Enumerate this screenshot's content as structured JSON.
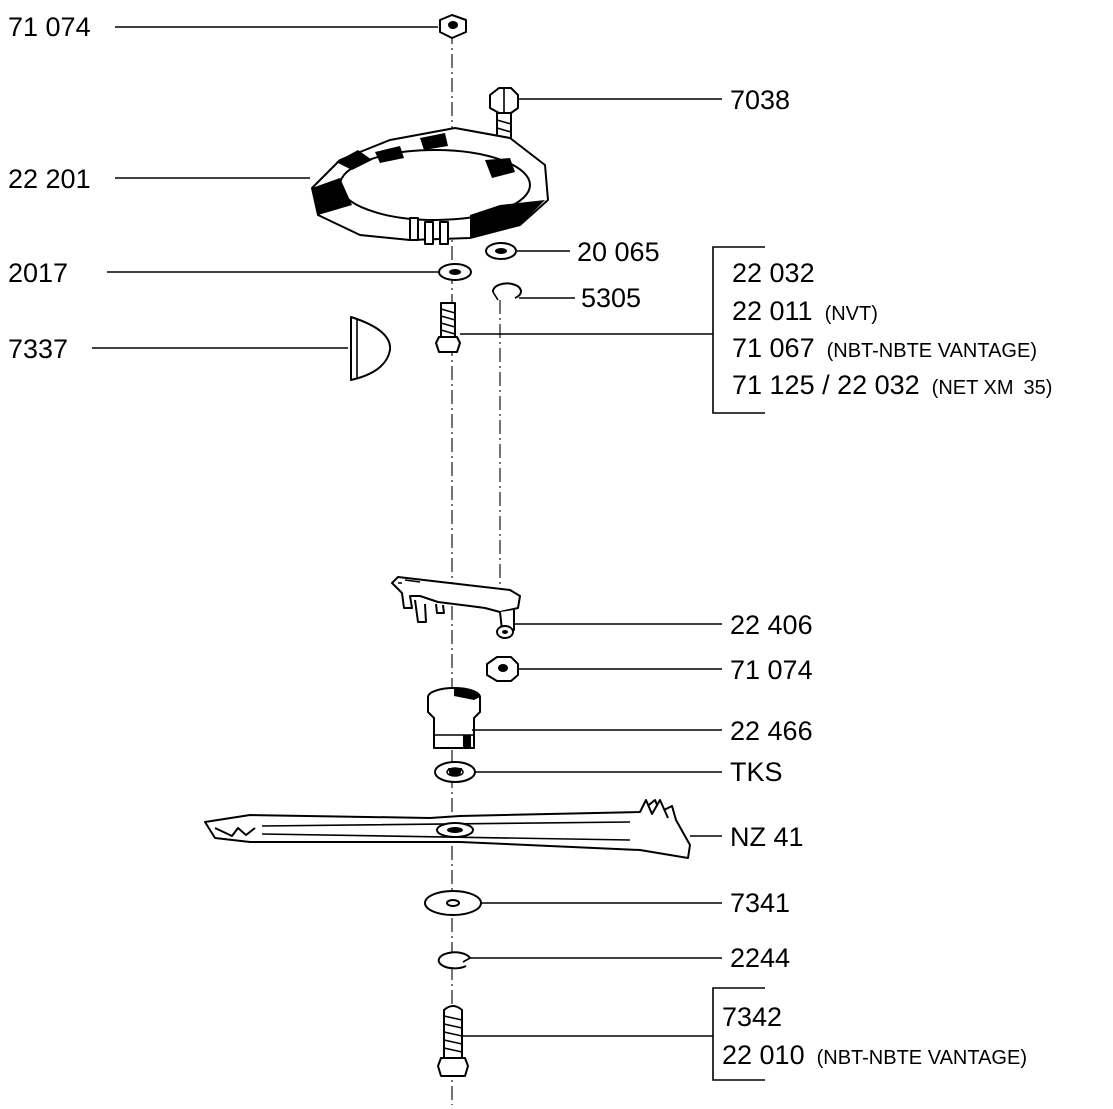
{
  "labels": {
    "l_71074_top": "71 074",
    "l_7038": "7038",
    "l_22201": "22 201",
    "l_2017": "2017",
    "l_20065": "20 065",
    "l_5305": "5305",
    "l_7337": "7337",
    "g1_line1": "22 032",
    "g1_line2_code": "22 011",
    "g1_line2_note": "(NVT)",
    "g1_line3_code": "71 067",
    "g1_line3_note": "(NBT-NBTE VANTAGE)",
    "g1_line4_code": "71 125 / 22 032",
    "g1_line4_note_a": "(NET XM",
    "g1_line4_note_b": "35)",
    "l_22406": "22 406",
    "l_71074_mid": "71 074",
    "l_22466": "22 466",
    "l_tks": "TKS",
    "l_nz41": "NZ 41",
    "l_7341": "7341",
    "l_2244": "2244",
    "g2_line1": "7342",
    "g2_line2_code": "22 010",
    "g2_line2_note": "(NBT-NBTE VANTAGE)"
  }
}
